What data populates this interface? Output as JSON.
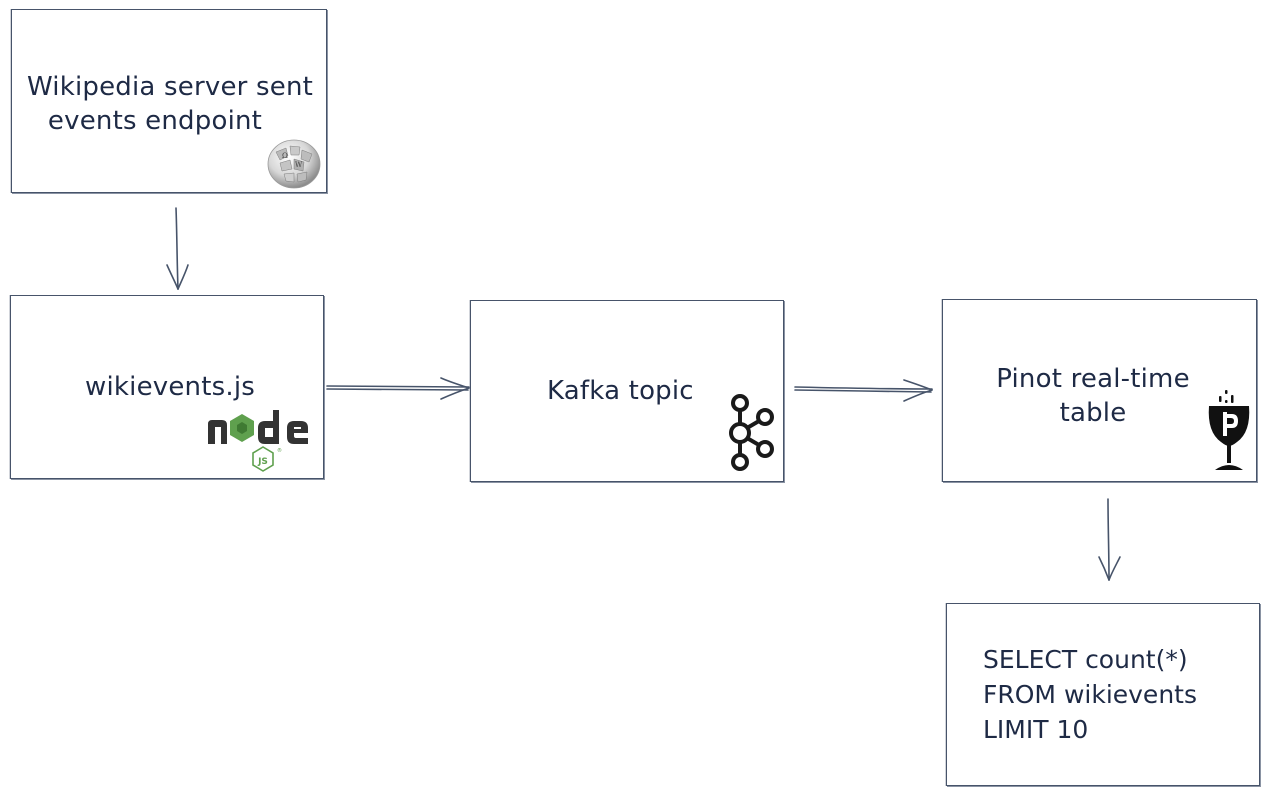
{
  "nodes": {
    "wikipedia": {
      "label_line1": "Wikipedia server sent",
      "label_line2": "events endpoint",
      "icon": "wikipedia-globe-icon"
    },
    "wikievents": {
      "label": "wikievents.js",
      "icon": "nodejs-icon",
      "logo_text": "node",
      "logo_badge": "JS"
    },
    "kafka": {
      "label": "Kafka topic",
      "icon": "kafka-icon"
    },
    "pinot": {
      "label_line1": "Pinot real-time",
      "label_line2": "table",
      "icon": "pinot-icon"
    },
    "query": {
      "line1": "SELECT count(*)",
      "line2": "FROM wikievents",
      "line3": "LIMIT 10"
    }
  },
  "colors": {
    "stroke": "#47546a",
    "text": "#1e2a45",
    "nodejs_green": "#5fa04e",
    "nodejs_dark": "#333333"
  }
}
